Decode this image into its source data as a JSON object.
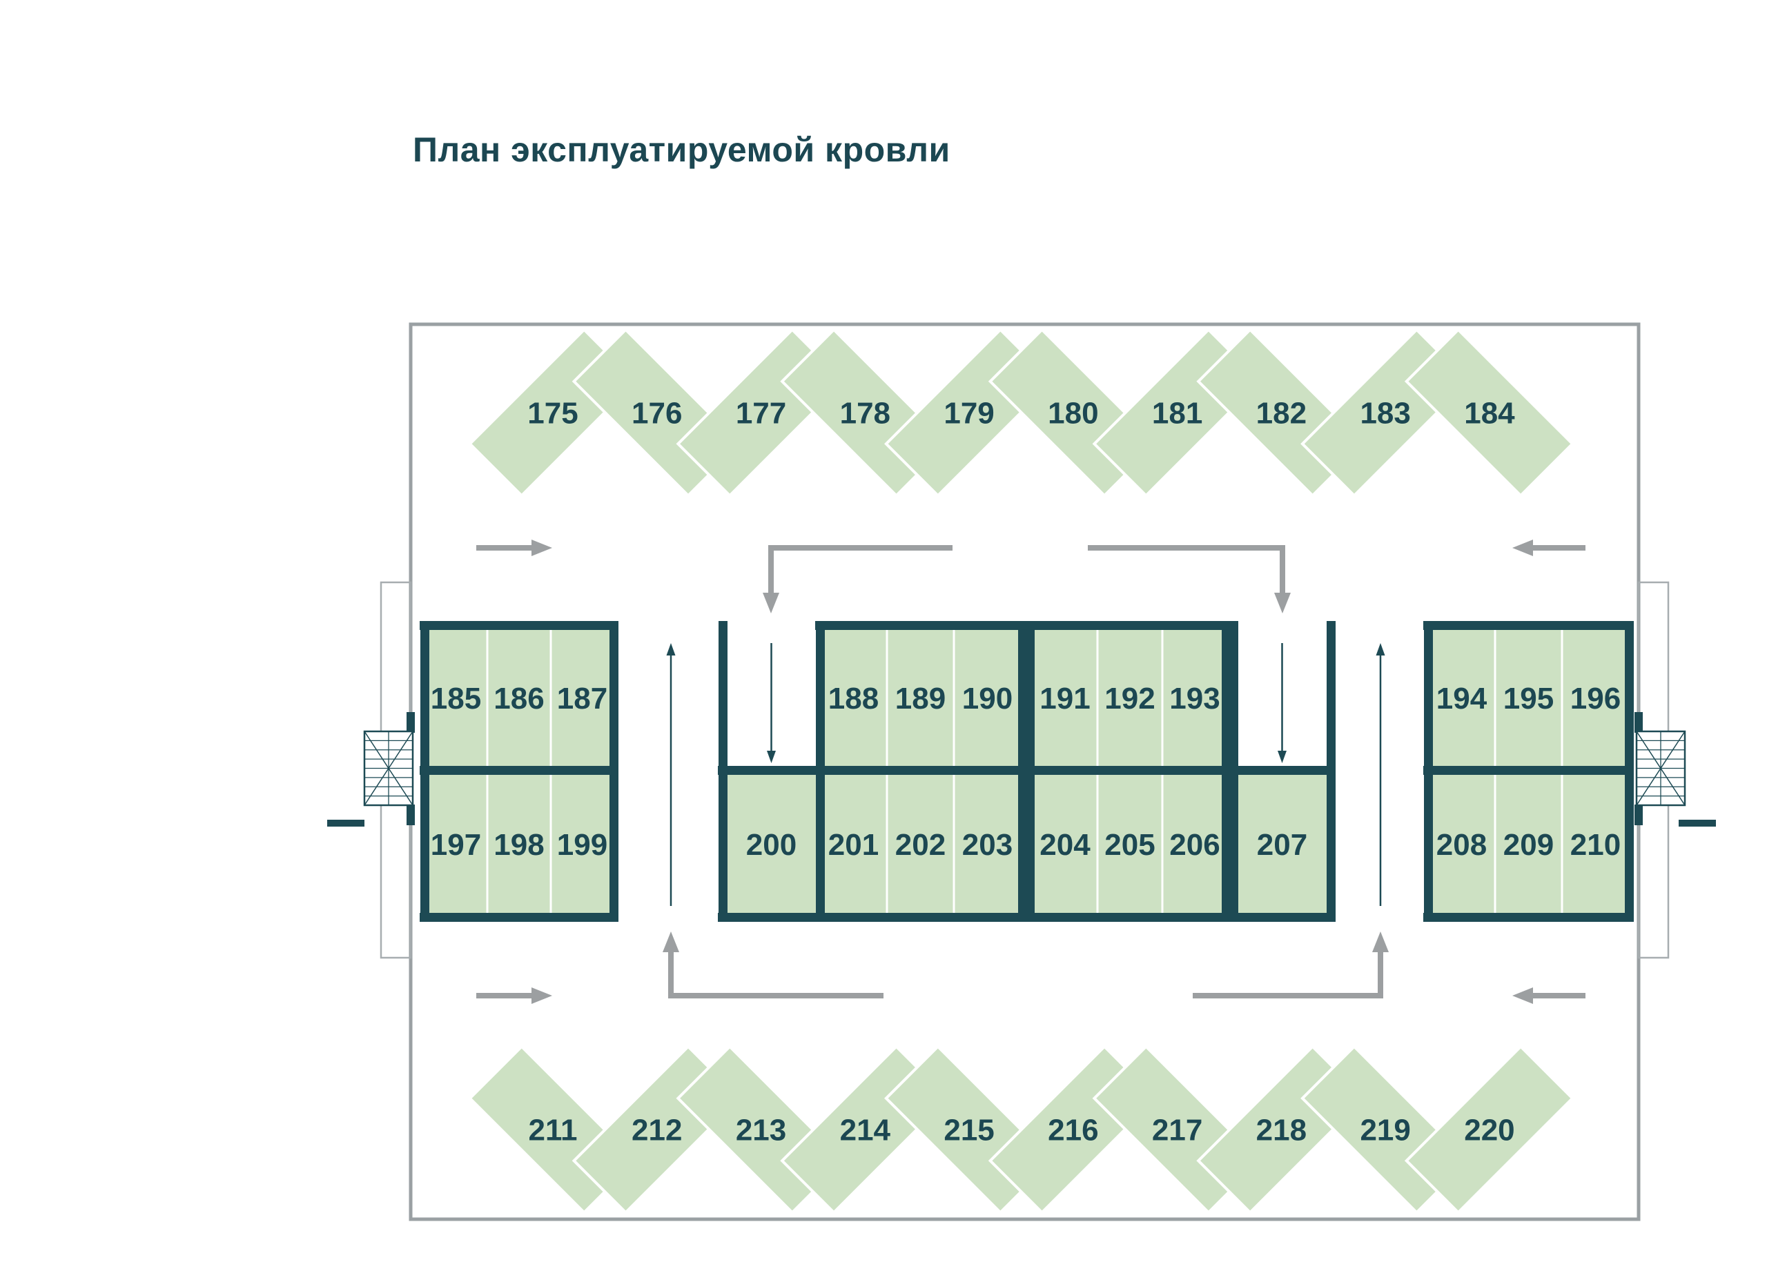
{
  "title": "План эксплуатируемой кровли",
  "colors": {
    "text": "#1c4752",
    "wall": "#1d4a54",
    "space_fill": "#cde1c3",
    "space_gap": "#ffffff",
    "arrow": "#9c9fa1",
    "outline": "#9aa0a3",
    "bracket": "#a7adb0"
  },
  "icons": {
    "flow_arrow": "gray traffic-direction arrow",
    "stairs": "staircase symbol"
  },
  "top_row": {
    "labels": [
      "175",
      "176",
      "177",
      "178",
      "179",
      "180",
      "181",
      "182",
      "183",
      "184"
    ]
  },
  "bottom_row": {
    "labels": [
      "211",
      "212",
      "213",
      "214",
      "215",
      "216",
      "217",
      "218",
      "219",
      "220"
    ]
  },
  "middle": {
    "upper_groups": [
      {
        "labels": [
          "185",
          "186",
          "187"
        ]
      },
      {
        "labels": [
          "188",
          "189",
          "190"
        ]
      },
      {
        "labels": [
          "191",
          "192",
          "193"
        ]
      },
      {
        "labels": [
          "194",
          "195",
          "196"
        ]
      }
    ],
    "lower_groups": [
      {
        "labels": [
          "197",
          "198",
          "199"
        ]
      },
      {
        "labels": [
          "200"
        ]
      },
      {
        "labels": [
          "201",
          "202",
          "203"
        ]
      },
      {
        "labels": [
          "204",
          "205",
          "206"
        ]
      },
      {
        "labels": [
          "207"
        ]
      },
      {
        "labels": [
          "208",
          "209",
          "210"
        ]
      }
    ]
  }
}
